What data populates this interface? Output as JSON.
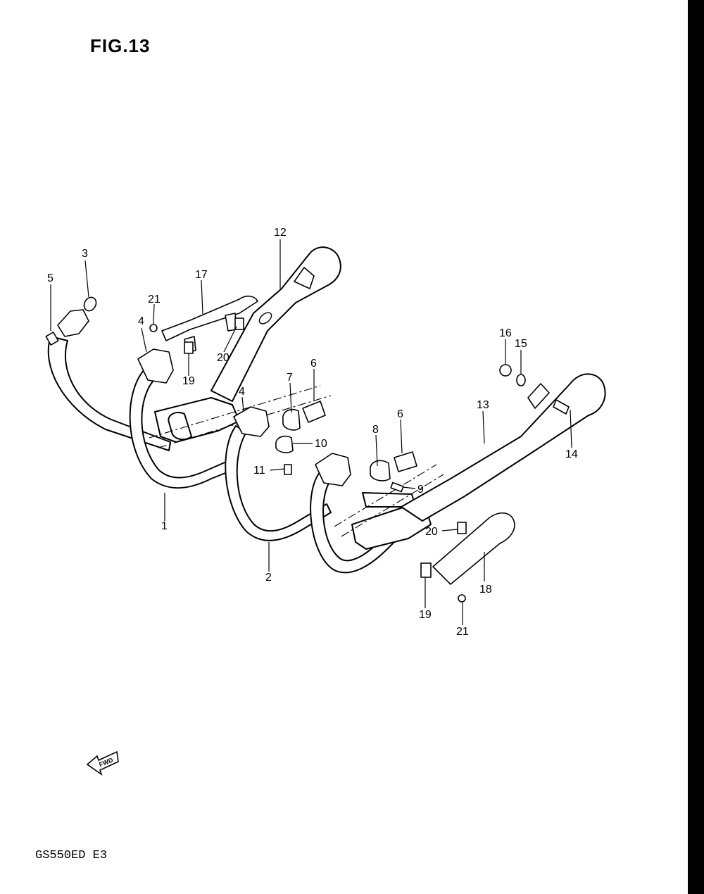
{
  "figure_title": "FIG.13",
  "model_code": "GS550ED E3",
  "fwd_label": "FWD",
  "callouts": {
    "c1": "1",
    "c2": "2",
    "c3": "3",
    "c4a": "4",
    "c4b": "4",
    "c5": "5",
    "c6a": "6",
    "c6b": "6",
    "c7": "7",
    "c8": "8",
    "c9": "9",
    "c10": "10",
    "c11": "11",
    "c12": "12",
    "c13": "13",
    "c14": "14",
    "c15": "15",
    "c16": "16",
    "c17": "17",
    "c18": "18",
    "c19a": "19",
    "c19b": "19",
    "c20a": "20",
    "c20b": "20",
    "c21a": "21",
    "c21b": "21"
  }
}
